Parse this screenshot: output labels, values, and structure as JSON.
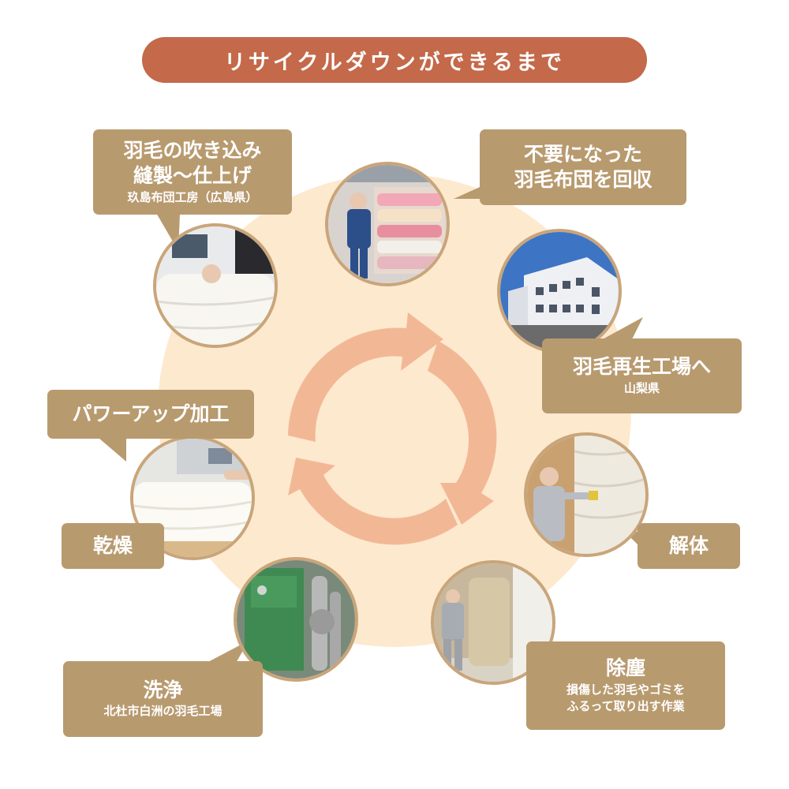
{
  "title": "リサイクルダウンができるまで",
  "steps": [
    {
      "id": "collect",
      "title_lines": [
        "不要になった",
        "羽毛布団を回収"
      ],
      "sub_lines": []
    },
    {
      "id": "factory",
      "title_lines": [
        "羽毛再生工場へ"
      ],
      "sub_lines": [
        "山梨県"
      ]
    },
    {
      "id": "dismantle",
      "title_lines": [
        "解体"
      ],
      "sub_lines": []
    },
    {
      "id": "dust",
      "title_lines": [
        "除塵"
      ],
      "sub_lines": [
        "損傷した羽毛やゴミを",
        "ふるって取り出す作業"
      ]
    },
    {
      "id": "wash",
      "title_lines": [
        "洗浄"
      ],
      "sub_lines": [
        "北杜市白洲の羽毛工場"
      ]
    },
    {
      "id": "dry",
      "title_lines": [
        "乾燥"
      ],
      "sub_lines": []
    },
    {
      "id": "powerup",
      "title_lines": [
        "パワーアップ加工"
      ],
      "sub_lines": []
    },
    {
      "id": "finish",
      "title_lines": [
        "羽毛の吹き込み",
        "縫製～仕上げ"
      ],
      "sub_lines": [
        "玖島布団工房（広島県）"
      ]
    }
  ],
  "colors": {
    "title_bg": "#c4694a",
    "bubble_bg": "#b89a6f",
    "circle_bg": "#fde9ce",
    "arrow": "#f2b896",
    "photo_border": "#c9a57a"
  }
}
